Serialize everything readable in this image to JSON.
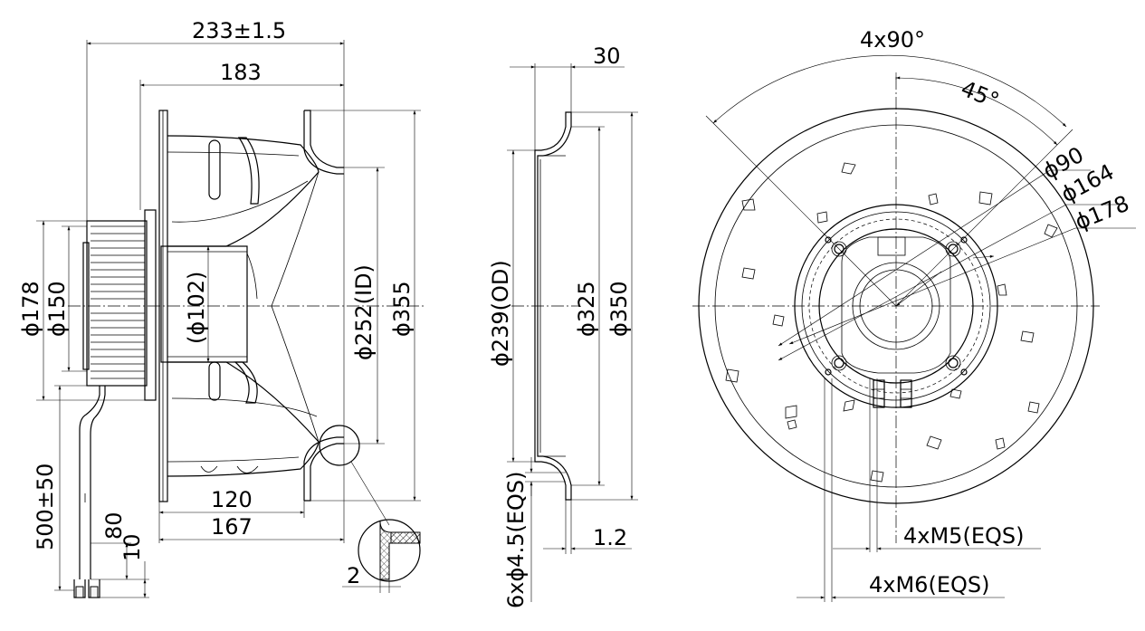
{
  "views": {
    "side": {
      "overall_length": "233±1.5",
      "impeller_length": "183",
      "motor_dia_outer": "ϕ178",
      "motor_dia_inner": "ϕ150",
      "hub_dia": "(ϕ102)",
      "inlet_id": "ϕ252(ID)",
      "impeller_od": "ϕ355",
      "depth_120": "120",
      "depth_167": "167",
      "cable_length": "500±50",
      "cable_strip_80": "80",
      "cable_strip_10": "10",
      "detail_2": "2"
    },
    "inlet_ring": {
      "width": "30",
      "od": "ϕ239(OD)",
      "hole_circle": "ϕ325",
      "outer_dia": "ϕ350",
      "holes": "6xϕ4.5(EQS)",
      "thickness": "1.2"
    },
    "front": {
      "angle_total": "4x90°",
      "angle_half": "45°",
      "circle_90": "ϕ90",
      "circle_164": "ϕ164",
      "circle_178": "ϕ178",
      "thread_m5": "4xM5(EQS)",
      "thread_m6": "4xM6(EQS)"
    }
  }
}
